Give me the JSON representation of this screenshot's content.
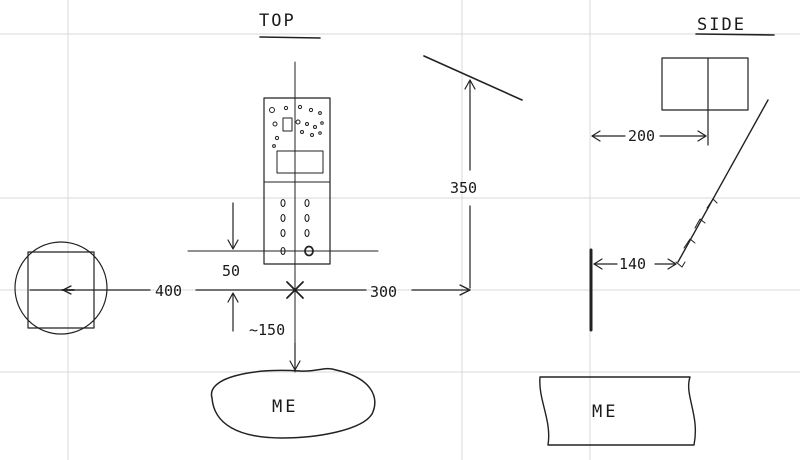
{
  "top_view": {
    "title": "TOP",
    "dimensions": {
      "left_distance": "400",
      "right_distance": "300",
      "offset": "50",
      "depth": "~150",
      "height": "350"
    },
    "viewer_label": "ME"
  },
  "side_view": {
    "title": "SIDE",
    "dimensions": {
      "upper_distance": "200",
      "lower_distance": "140"
    },
    "viewer_label": "ME"
  }
}
